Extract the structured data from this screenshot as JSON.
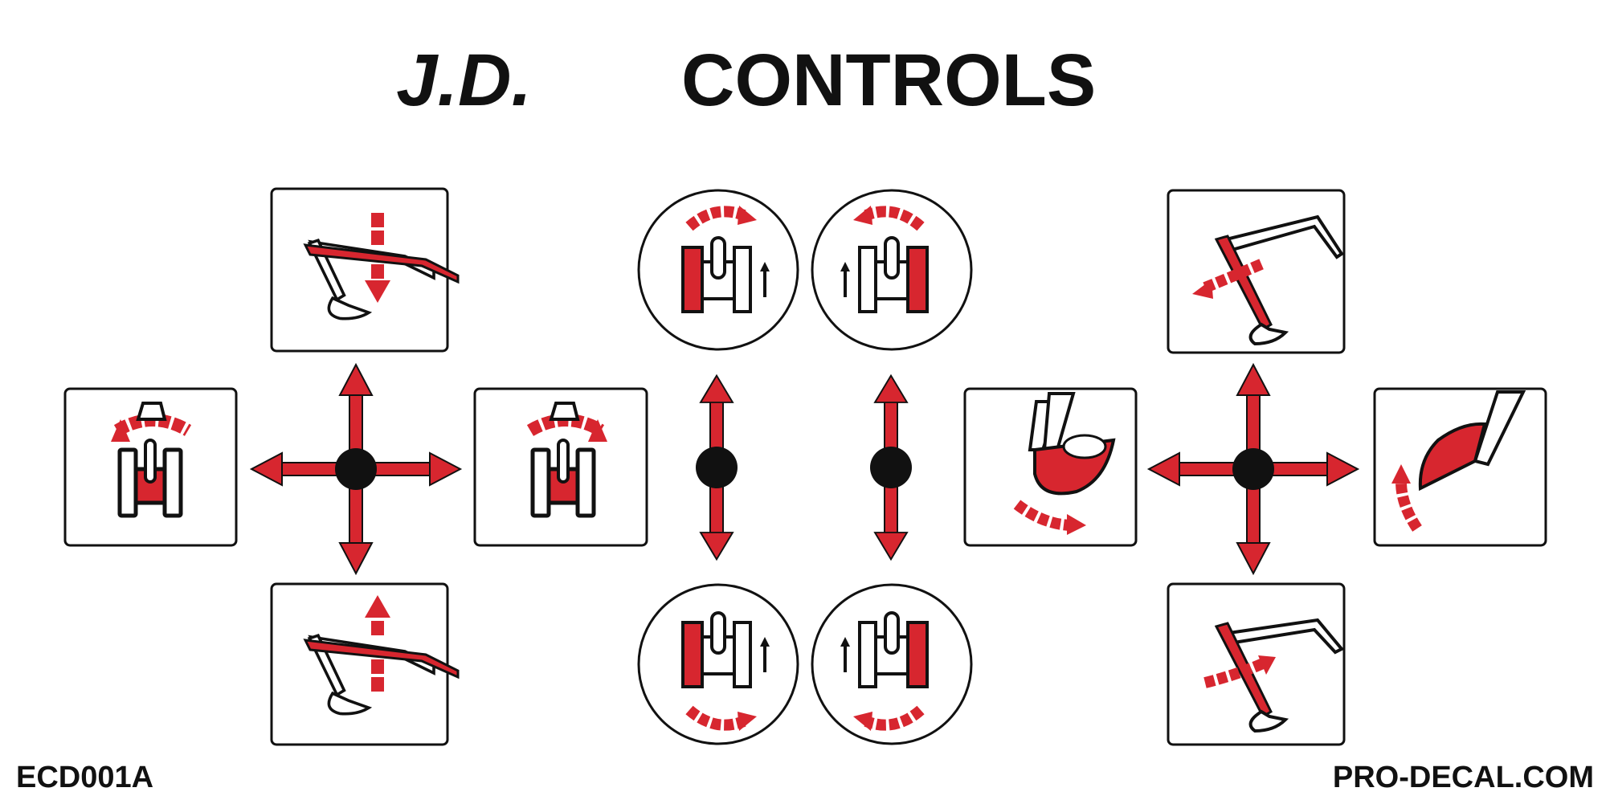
{
  "title": {
    "brand": "J.D.",
    "heading": "CONTROLS"
  },
  "footer": {
    "part_number": "ECD001A",
    "website": "PRO-DECAL.COM"
  },
  "colors": {
    "accent": "#d7262f",
    "ink": "#111111",
    "panel": "#ffffff"
  },
  "icons": {
    "left_pad": [
      "boom-up-icon",
      "swing-left-icon",
      "swing-right-icon",
      "boom-down-icon"
    ],
    "center_pad": [
      "left-track-forward-icon",
      "right-track-forward-icon",
      "left-track-reverse-icon",
      "right-track-reverse-icon"
    ],
    "right_pad": [
      "arm-out-icon",
      "bucket-curl-icon",
      "bucket-dump-icon",
      "arm-in-icon"
    ]
  }
}
